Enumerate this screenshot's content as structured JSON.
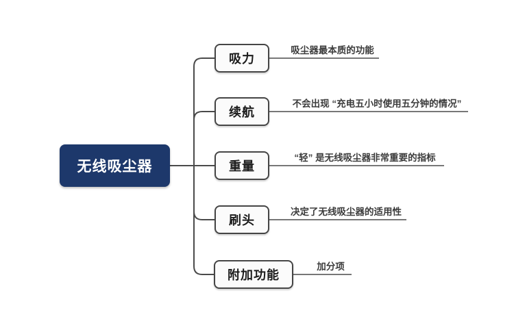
{
  "mindmap": {
    "root": {
      "label": "无线吸尘器"
    },
    "branches": [
      {
        "label": "吸力",
        "note": "吸尘器最本质的功能"
      },
      {
        "label": "续航",
        "note": "不会出现 “充电五小时使用五分钟的情况”"
      },
      {
        "label": "重量",
        "note": "“轻” 是无线吸尘器非常重要的指标"
      },
      {
        "label": "刷头",
        "note": "决定了无线吸尘器的适用性"
      },
      {
        "label": "附加功能",
        "note": "加分项"
      }
    ],
    "colors": {
      "root_fill": "#1d386b",
      "root_text": "#ffffff",
      "branch_fill": "#fbfbfb",
      "branch_border": "#454545",
      "branch_text": "#1c1c1c",
      "connector_line": "#4a4a4a",
      "note_text": "#3b3b3b",
      "background": "#ffffff"
    }
  }
}
